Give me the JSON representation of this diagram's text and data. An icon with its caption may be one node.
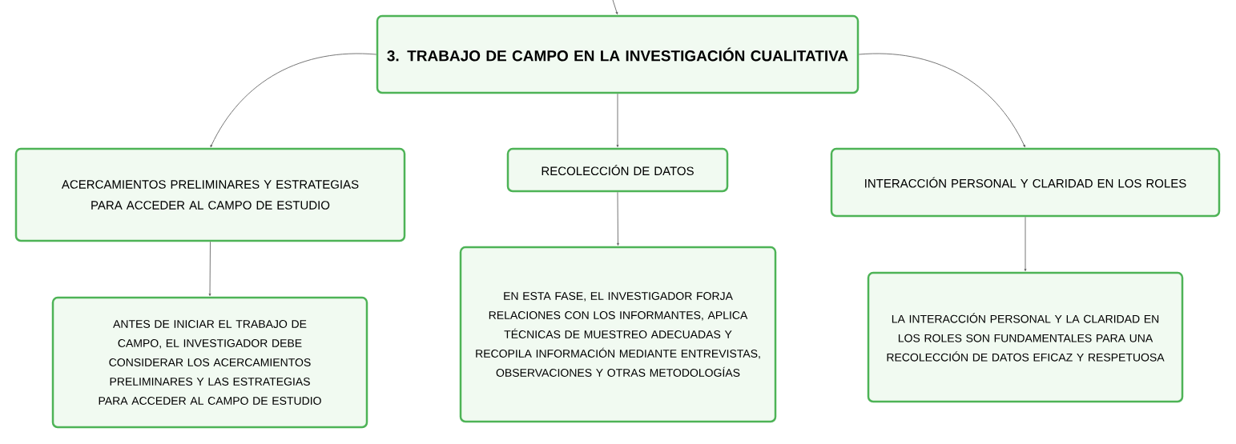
{
  "diagram": {
    "nodes": [
      {
        "text": [
          "3. TRABAJO DE CAMPO EN LA INVESTIGACIÓN CUALITATIVA"
        ]
      },
      {
        "text": [
          "ACERCAMIENTOS PRELIMINARES Y ESTRATEGIAS PARA ACCEDER AL CAMPO DE ESTUDIO"
        ]
      },
      {
        "text": [
          "RECOLECCIÓN DE DATOS"
        ]
      },
      {
        "text": [
          "INTERACCIÓN PERSONAL Y CLARIDAD EN LOS ROLES"
        ]
      },
      {
        "text": [
          "ANTES DE INICIAR EL TRABAJO DE CAMPO, EL INVESTIGADOR DEBE CONSIDERAR LOS ACERCAMIENTOS PRELIMINARES Y LAS ESTRATEGIAS PARA ACCEDER AL CAMPO DE ESTUDIO"
        ]
      },
      {
        "text": [
          "EN ESTA FASE, EL INVESTIGADOR FORJA RELACIONES CON LOS INFORMANTES, APLICA TÉCNICAS DE MUESTREO ADECUADAS Y RECOPILA INFORMACIÓN MEDIANTE ENTREVISTAS, OBSERVACIONES Y OTRAS METODOLOGÍAS"
        ]
      },
      {
        "text": [
          "LA INTERACCIÓN PERSONAL Y LA CLARIDAD EN LOS ROLES SON FUNDAMENTALES PARA UNA RECOLECCIÓN DE DATOS EFICAZ Y RESPETUOSA"
        ]
      }
    ],
    "edges": [
      {
        "from": null,
        "to": 0,
        "arrow": "to"
      },
      {
        "from": 0,
        "to": 1,
        "arrow": "to"
      },
      {
        "from": 0,
        "to": 2,
        "arrow": "to"
      },
      {
        "from": 0,
        "to": 3,
        "arrow": "to"
      },
      {
        "from": 1,
        "to": 4,
        "arrow": "to"
      },
      {
        "from": 2,
        "to": 5,
        "arrow": "to"
      },
      {
        "from": 3,
        "to": 6,
        "arrow": "to"
      }
    ]
  }
}
